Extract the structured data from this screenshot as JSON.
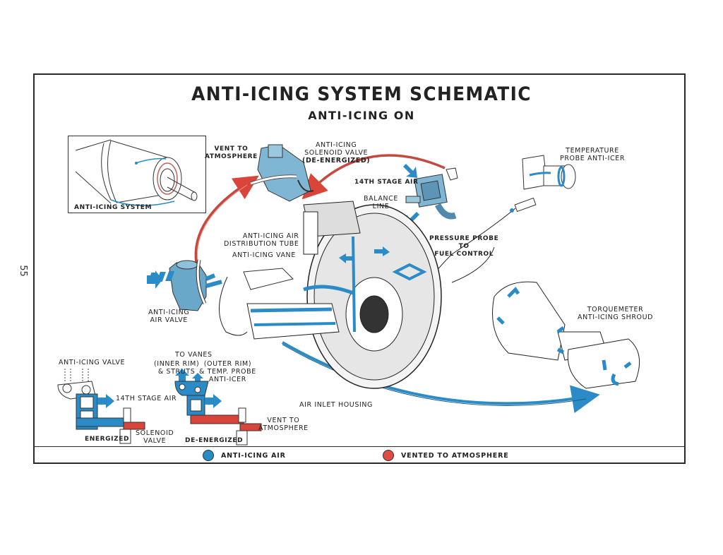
{
  "page_number": "55",
  "header": {
    "title": "ANTI-ICING SYSTEM SCHEMATIC",
    "subtitle": "ANTI-ICING ON"
  },
  "colors": {
    "anti_icing_air": "#2a8bc6",
    "vented": "#d9453a",
    "line": "#222222"
  },
  "inset": {
    "caption": "ANTI-ICING SYSTEM"
  },
  "labels": {
    "vent_to_atmosphere_top": [
      "VENT TO",
      "ATMOSPHERE"
    ],
    "solenoid_valve": [
      "ANTI-ICING",
      "SOLENOID VALVE",
      "(DE-ENERGIZED)"
    ],
    "fourteenth_stage_air_top": "14TH STAGE AIR",
    "balance_line": [
      "BALANCE",
      "LINE"
    ],
    "temperature_probe": [
      "TEMPERATURE",
      "PROBE ANTI-ICER"
    ],
    "distribution_tube": [
      "ANTI-ICING AIR",
      "DISTRIBUTION TUBE"
    ],
    "anti_icing_vane": "ANTI-ICING VANE",
    "pressure_probe": [
      "PRESSURE PROBE",
      "TO",
      "FUEL CONTROL"
    ],
    "air_valve": [
      "ANTI-ICING",
      "AIR VALVE"
    ],
    "torquemeter": [
      "TORQUEMETER",
      "ANTI-ICING SHROUD"
    ],
    "air_inlet_housing": "AIR INLET HOUSING"
  },
  "valve_detail": {
    "energized": {
      "title": "ANTI-ICING VALVE",
      "inlet": "14TH STAGE AIR",
      "solenoid": [
        "SOLENOID",
        "VALVE"
      ],
      "state": "ENERGIZED"
    },
    "de_energized": {
      "to_vanes": "TO VANES",
      "inner_rim": [
        "(INNER RIM)",
        "& STRUTS"
      ],
      "outer_rim": [
        "(OUTER RIM)",
        "& TEMP. PROBE",
        "ANTI-ICER"
      ],
      "vent": [
        "VENT TO",
        "ATMOSPHERE"
      ],
      "state": "DE-ENERGIZED"
    }
  },
  "legend": [
    {
      "label": "ANTI-ICING AIR",
      "color": "#2a8bc6"
    },
    {
      "label": "VENTED TO ATMOSPHERE",
      "color": "#e04c43"
    }
  ]
}
